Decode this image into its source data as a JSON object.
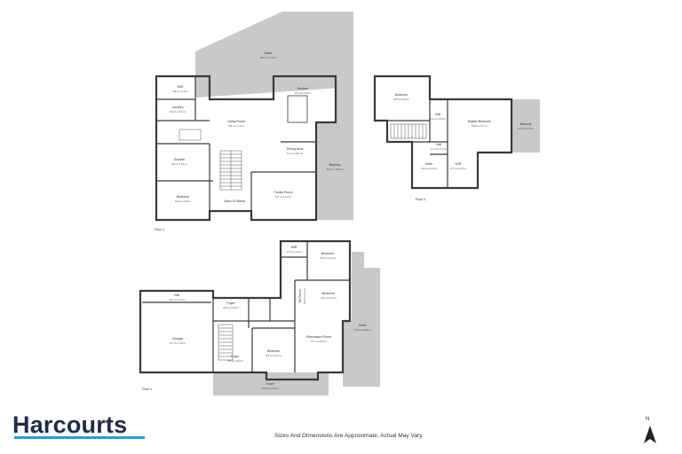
{
  "floors": [
    {
      "name": "Floor 2",
      "rooms": [
        {
          "name": "Deck",
          "dims": "10.0 m x 7.8 m"
        },
        {
          "name": "WIR",
          "dims": "4.5 m x 1.4 m"
        },
        {
          "name": "Laundry",
          "dims": "3.2 m x 2.7 m"
        },
        {
          "name": "Living Room",
          "dims": "6.0 m x 7.3 m"
        },
        {
          "name": "Kitchen",
          "dims": "6.1 m x 4.9 m"
        },
        {
          "name": "Ensuite",
          "dims": "6.2 m x 3.5 m"
        },
        {
          "name": "Dining Area",
          "dims": "5.7 m x 3.1 m"
        },
        {
          "name": "Bedroom",
          "dims": "6.2 m x 3.8 m"
        },
        {
          "name": "Balcony",
          "dims": "3.0 m x 12.5 m"
        },
        {
          "name": "Family Room",
          "dims": "5.6 m x 4.0 m"
        },
        {
          "name": "Open To Below",
          "dims": ""
        }
      ]
    },
    {
      "name": "Floor 3",
      "rooms": [
        {
          "name": "Bedroom",
          "dims": "4.8 m x 4.3 m"
        },
        {
          "name": "Hall",
          "dims": "3.1 m x 3.8 m"
        },
        {
          "name": "Master Bedroom",
          "dims": "5.8 m x 3.7 m"
        },
        {
          "name": "Balcony",
          "dims": "3.4 m x 4.0 m"
        },
        {
          "name": "Hall",
          "dims": "2.7 m x 1.7 m"
        },
        {
          "name": "Bath",
          "dims": "3.4 m x 2.0 m"
        },
        {
          "name": "WIR",
          "dims": "2.7 m x 1.5 m"
        }
      ]
    },
    {
      "name": "Floor 1",
      "rooms": [
        {
          "name": "WIR",
          "dims": "3.7 m x 1.6 m"
        },
        {
          "name": "Bedroom",
          "dims": "3.6 m x 4.1 m"
        },
        {
          "name": "Bedroom",
          "dims": "3.3 m x 3.3 m"
        },
        {
          "name": "Ski Room",
          "dims": "5.0 m x 2.6 m"
        },
        {
          "name": "Foyer",
          "dims": "2.8 m x 1.9 m"
        },
        {
          "name": "Garage",
          "dims": "6.7 m x 7.8 m"
        },
        {
          "name": "Hall",
          "dims": "5.3 m x 1.3 m"
        },
        {
          "name": "Deck",
          "dims": "2.8 m x 12.5 m"
        },
        {
          "name": "Foyer",
          "dims": "3.8 m x 5.3 m"
        },
        {
          "name": "Bedroom",
          "dims": "4.5 m x 4.4 m"
        },
        {
          "name": "Recreation Room",
          "dims": "3.7 m x 6.6 m"
        },
        {
          "name": "Porch",
          "dims": "10.0 m x 2.8 m"
        }
      ]
    }
  ],
  "disclaimer": "Sizes And Dimensions Are Approximate, Actual May Vary.",
  "brand": {
    "name": "Harcourts",
    "color": "#1f2b47",
    "accent": "#1fa0d8"
  },
  "compass": {
    "label": "N",
    "icon": "north-arrow-icon"
  },
  "colors": {
    "wall": "#3a3a3a",
    "outdoor": "#c9c9c9",
    "stair": "#555555"
  }
}
